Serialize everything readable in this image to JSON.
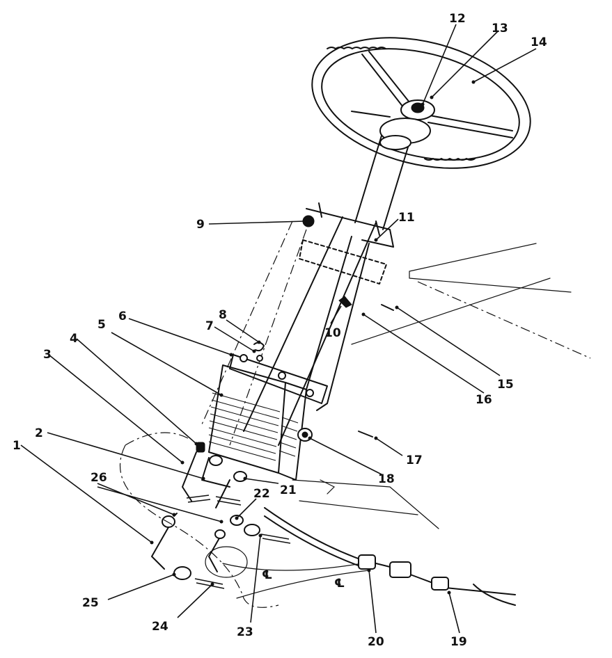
{
  "callouts": [
    {
      "id": "c1",
      "text": "1"
    },
    {
      "id": "c2",
      "text": "2"
    },
    {
      "id": "c3",
      "text": "3"
    },
    {
      "id": "c4",
      "text": "4"
    },
    {
      "id": "c5",
      "text": "5"
    },
    {
      "id": "c6",
      "text": "6"
    },
    {
      "id": "c7",
      "text": "7"
    },
    {
      "id": "c8",
      "text": "8"
    },
    {
      "id": "c9",
      "text": "9"
    },
    {
      "id": "c10",
      "text": "10"
    },
    {
      "id": "c11",
      "text": "11"
    },
    {
      "id": "c12",
      "text": "12"
    },
    {
      "id": "c13",
      "text": "13"
    },
    {
      "id": "c14",
      "text": "14"
    },
    {
      "id": "c15",
      "text": "15"
    },
    {
      "id": "c16",
      "text": "16"
    },
    {
      "id": "c17",
      "text": "17"
    },
    {
      "id": "c18",
      "text": "18"
    },
    {
      "id": "c19",
      "text": "19"
    },
    {
      "id": "c20",
      "text": "20"
    },
    {
      "id": "c21",
      "text": "21"
    },
    {
      "id": "c22",
      "text": "22"
    },
    {
      "id": "c23",
      "text": "23"
    },
    {
      "id": "c24",
      "text": "24"
    },
    {
      "id": "c25",
      "text": "25"
    },
    {
      "id": "c26",
      "text": "26"
    }
  ],
  "centerline_marks": [
    {
      "id": "cl1",
      "text": "℄"
    },
    {
      "id": "cl2",
      "text": "℄"
    }
  ]
}
